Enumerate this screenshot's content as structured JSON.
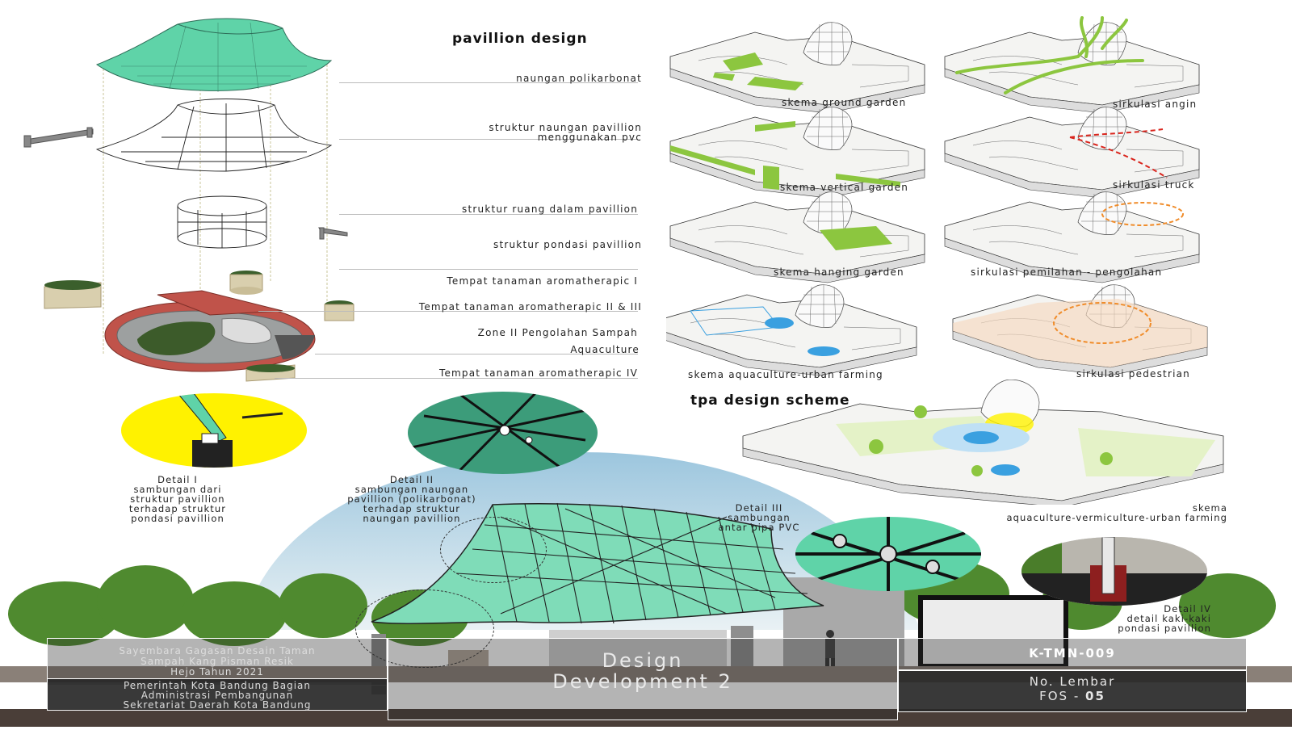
{
  "pavilion": {
    "title": "pavillion design",
    "labels": [
      "naungan polikarbonat",
      "struktur naungan pavillion",
      "menggunakan pvc",
      "struktur ruang dalam pavillion",
      "struktur pondasi pavillion",
      "Tempat tanaman aromatherapic I",
      "Tempat tanaman aromatherapic II & III",
      "Zone II Pengolahan Sampah",
      "Aquaculture",
      "Tempat tanaman aromatherapic IV"
    ]
  },
  "schemes": [
    "skema ground garden",
    "sirkulasi angin",
    "skema vertical garden",
    "sirkulasi truck",
    "skema hanging garden",
    "sirkulasi pemilahan - pengolahan",
    "skema aquaculture-urban farming",
    "sirkulasi pedestrian"
  ],
  "tpa": {
    "title": "tpa design scheme",
    "caption": [
      "skema",
      "aquaculture-vermiculture-urban farming"
    ]
  },
  "details": [
    {
      "lines": [
        "Detail I",
        "sambungan dari",
        "struktur pavillion",
        "terhadap struktur",
        "pondasi pavillion"
      ]
    },
    {
      "lines": [
        "Detail II",
        "sambungan naungan",
        "pavillion (polikarbonat)",
        "terhadap struktur",
        "naungan pavillion"
      ]
    },
    {
      "lines": [
        "Detail III",
        "sambungan",
        "antar pipa PVC"
      ]
    },
    {
      "lines": [
        "Detail IV",
        "detail kaki-kaki",
        "pondasi pavillion"
      ]
    }
  ],
  "footer": {
    "competition": [
      "Sayembara Gagasan Desain Taman",
      "Sampah Kang Pisman Resik",
      "Hejo Tahun 2021"
    ],
    "organizer": [
      "Pemerintah Kota Bandung Bagian",
      "Administrasi Pembangunan",
      "Sekretariat Daerah Kota Bandung"
    ],
    "stage": [
      "Design",
      "Development 2"
    ],
    "code": "K-TMN-009",
    "sheet_label": "No. Lembar",
    "sheet_prefix": "FOS - ",
    "sheet_number": "05"
  },
  "colors": {
    "accent_green": "#8cc63f",
    "canopy_green": "#5fd3a8",
    "detail_yellow": "#fff200",
    "water_blue": "#3aa0e0",
    "route_red": "#d9251d",
    "route_orange": "#f08c2a",
    "footer_dark": "#2b2b2b",
    "brick": "#c0534a"
  }
}
